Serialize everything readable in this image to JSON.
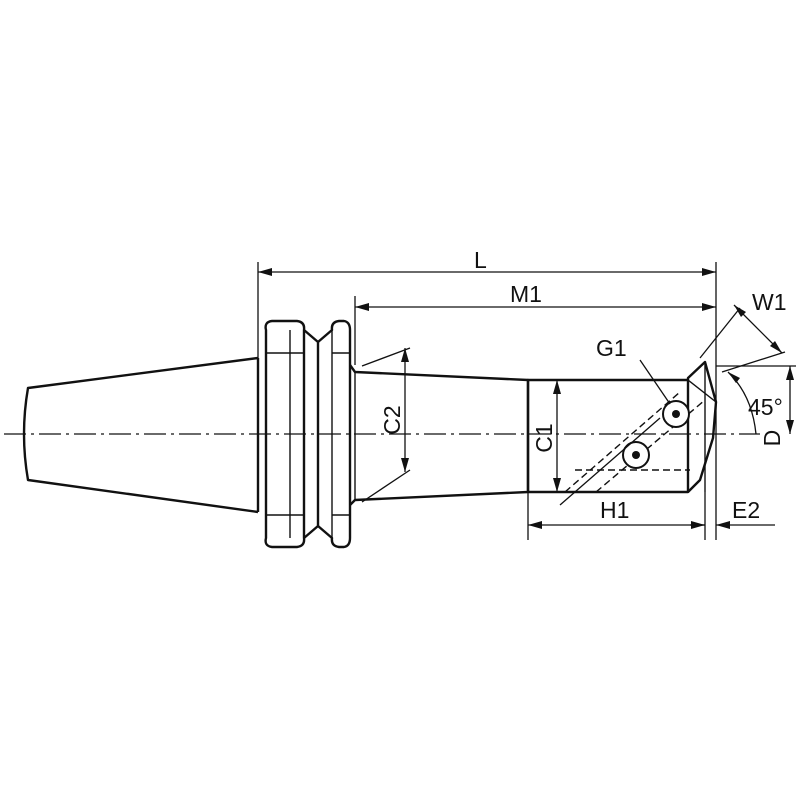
{
  "labels": {
    "L": "L",
    "M1": "M1",
    "W1": "W1",
    "G1": "G1",
    "C2": "C2",
    "C1": "C1",
    "angle": "45°",
    "D": "D",
    "H1": "H1",
    "E2": "E2"
  }
}
